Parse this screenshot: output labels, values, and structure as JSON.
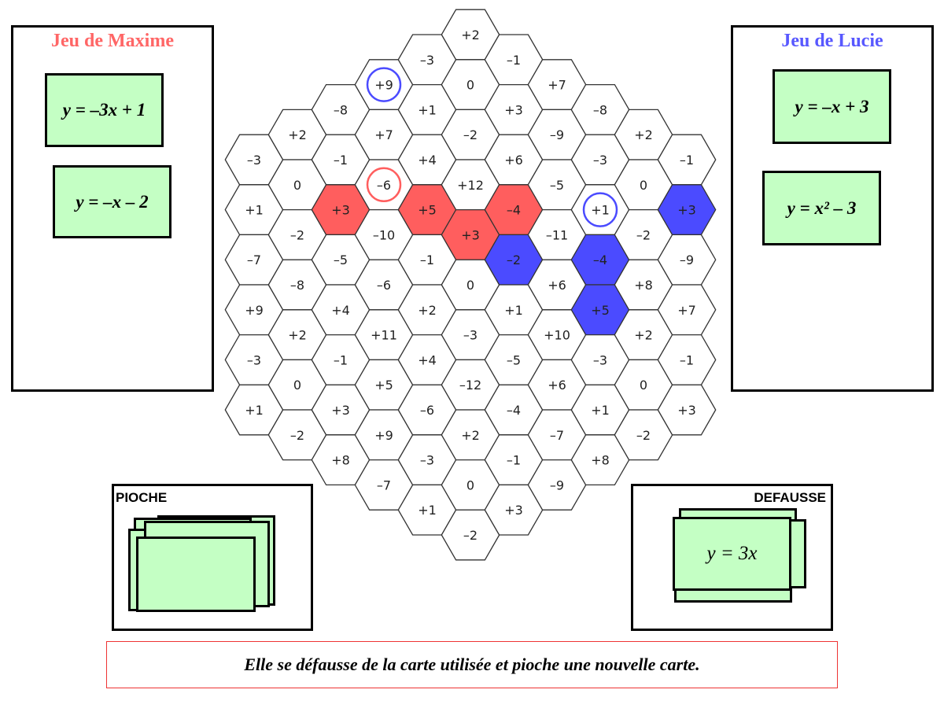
{
  "colors": {
    "red": "#ff5e5e",
    "blue": "#4b4bff",
    "card": "#c4ffc4",
    "red_title": "#ff6666",
    "blue_title": "#5858ff"
  },
  "maxime": {
    "title": "Jeu de Maxime",
    "cards": [
      "y = –3x + 1",
      "y = –x – 2"
    ]
  },
  "lucie": {
    "title": "Jeu de Lucie",
    "cards": [
      "y = –x + 3",
      "y = x² – 3"
    ]
  },
  "pioche": {
    "label": "PIOCHE"
  },
  "defausse": {
    "label": "DEFAUSSE",
    "top_card": "y = 3x"
  },
  "message": "Elle se défausse de la carte utilisée et pioche une nouvelle carte.",
  "board": {
    "columns": [
      [
        "–3",
        "+1",
        "–7",
        "+9",
        "–3",
        "+1"
      ],
      [
        "+2",
        "0",
        "–2",
        "–8",
        "+2",
        "0",
        "–2"
      ],
      [
        "–8",
        "–1",
        "+3",
        "–5",
        "+4",
        "–1",
        "+3",
        "+8"
      ],
      [
        "+9",
        "+7",
        "–6",
        "–10",
        "–6",
        "+11",
        "+5",
        "+9",
        "–7"
      ],
      [
        "–3",
        "+1",
        "+4",
        "+5",
        "–1",
        "+2",
        "+4",
        "–6",
        "–3",
        "+1"
      ],
      [
        "+2",
        "0",
        "–2",
        "+12",
        "+3",
        "0",
        "–3",
        "–12",
        "+2",
        "0",
        "–2"
      ],
      [
        "–1",
        "+3",
        "+6",
        "–4",
        "–2",
        "+1",
        "–5",
        "–4",
        "–1",
        "+3"
      ],
      [
        "+7",
        "–9",
        "–5",
        "–11",
        "+6",
        "+10",
        "+6",
        "–7",
        "–9"
      ],
      [
        "–8",
        "–3",
        "+1",
        "–4",
        "+5",
        "–3",
        "+1",
        "+8"
      ],
      [
        "+2",
        "0",
        "–2",
        "+8",
        "+2",
        "0",
        "–2"
      ],
      [
        "–1",
        "+3",
        "–9",
        "+7",
        "–1",
        "+3"
      ]
    ],
    "red_filled": [
      [
        2,
        2
      ],
      [
        4,
        3
      ],
      [
        5,
        4
      ],
      [
        6,
        3
      ]
    ],
    "blue_filled": [
      [
        6,
        4
      ],
      [
        8,
        3
      ],
      [
        8,
        4
      ],
      [
        10,
        1
      ]
    ],
    "red_circled": [
      [
        3,
        2
      ]
    ],
    "blue_circled": [
      [
        3,
        0
      ],
      [
        8,
        2
      ]
    ]
  }
}
